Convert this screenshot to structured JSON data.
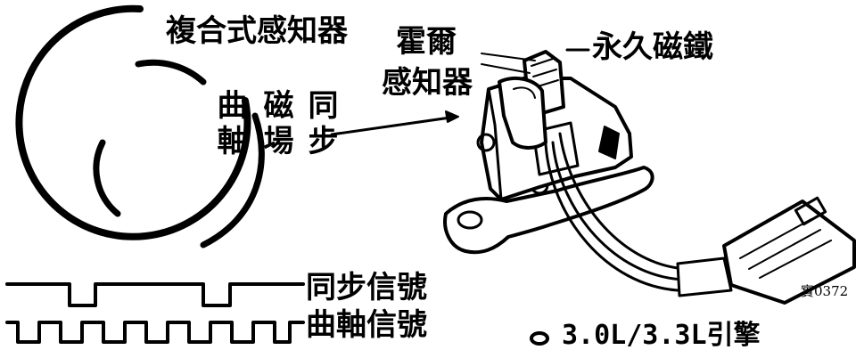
{
  "labels": {
    "composite_sensor": "複合式感知器",
    "crankshaft_field": "曲軸",
    "magnetic_field": "磁場",
    "sync_field": "同步",
    "hall_sensor_line1": "霍爾",
    "hall_sensor_line2": "感知器",
    "permanent_magnet": "永久磁鐵",
    "sync_signal": "同步信號",
    "crank_signal": "曲軸信號",
    "engine_caption": "3.0L/3.3L引擎",
    "figure_code": "實0372"
  },
  "icons": {
    "caption_bullet": "ring-bullet-icon"
  },
  "colors": {
    "ink": "#000000",
    "paper": "#ffffff"
  }
}
